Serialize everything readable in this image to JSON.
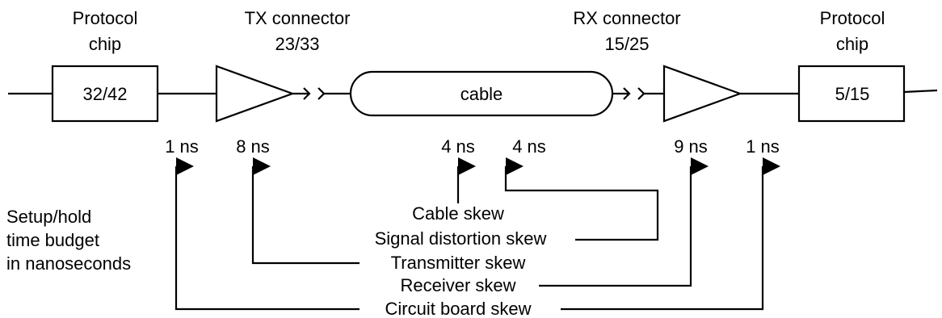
{
  "left_chip": {
    "caption_line1": "Protocol",
    "caption_line2": "chip",
    "value": "32/42"
  },
  "tx_connector": {
    "caption_line1": "TX connector",
    "caption_line2": "23/33"
  },
  "cable": {
    "label": "cable"
  },
  "rx_connector": {
    "caption_line1": "RX connector",
    "caption_line2": "15/25"
  },
  "right_chip": {
    "caption_line1": "Protocol",
    "caption_line2": "chip",
    "value": "5/15"
  },
  "timings": {
    "board_left": "1 ns",
    "transmitter": "8 ns",
    "cable": "4 ns",
    "distortion": "4 ns",
    "receiver": "9 ns",
    "board_right": "1 ns"
  },
  "skews": {
    "cable": "Cable skew",
    "distortion": "Signal distortion skew",
    "transmitter": "Transmitter skew",
    "receiver": "Receiver skew",
    "circuit_board": "Circuit board skew"
  },
  "budget_note": {
    "line1": "Setup/hold",
    "line2": "time budget",
    "line3": "in nanoseconds"
  }
}
